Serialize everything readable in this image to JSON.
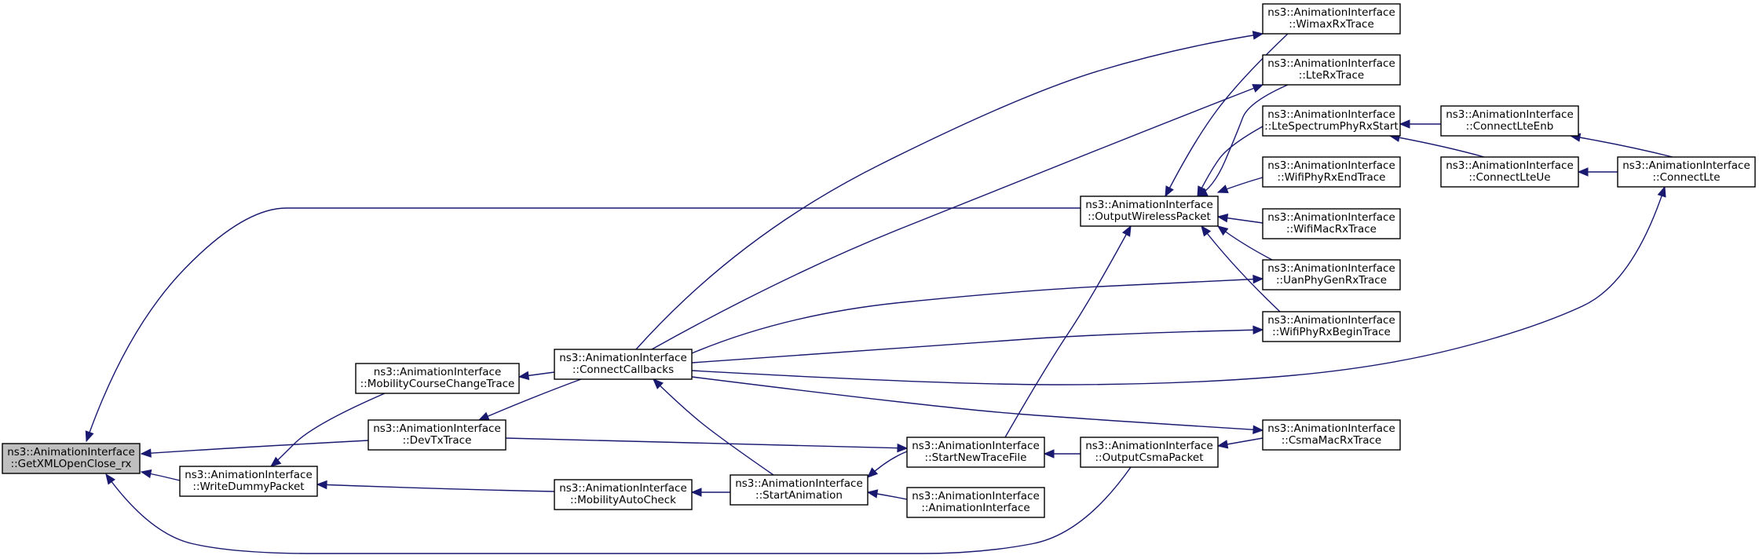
{
  "graph": {
    "nodes": [
      {
        "id": "root",
        "lines": [
          "ns3::AnimationInterface",
          "::GetXMLOpenClose_rx"
        ],
        "root": true
      },
      {
        "id": "mobility_course",
        "lines": [
          "ns3::AnimationInterface",
          "::MobilityCourseChangeTrace"
        ]
      },
      {
        "id": "devtx",
        "lines": [
          "ns3::AnimationInterface",
          "::DevTxTrace"
        ]
      },
      {
        "id": "write_dummy",
        "lines": [
          "ns3::AnimationInterface",
          "::WriteDummyPacket"
        ]
      },
      {
        "id": "connect_callbacks",
        "lines": [
          "ns3::AnimationInterface",
          "::ConnectCallbacks"
        ]
      },
      {
        "id": "mobility_auto",
        "lines": [
          "ns3::AnimationInterface",
          "::MobilityAutoCheck"
        ]
      },
      {
        "id": "start_animation",
        "lines": [
          "ns3::AnimationInterface",
          "::StartAnimation"
        ]
      },
      {
        "id": "start_new_trace",
        "lines": [
          "ns3::AnimationInterface",
          "::StartNewTraceFile"
        ]
      },
      {
        "id": "anim_ctor",
        "lines": [
          "ns3::AnimationInterface",
          "::AnimationInterface"
        ]
      },
      {
        "id": "output_wireless",
        "lines": [
          "ns3::AnimationInterface",
          "::OutputWirelessPacket"
        ]
      },
      {
        "id": "output_csma",
        "lines": [
          "ns3::AnimationInterface",
          "::OutputCsmaPacket"
        ]
      },
      {
        "id": "wimax_rx",
        "lines": [
          "ns3::AnimationInterface",
          "::WimaxRxTrace"
        ]
      },
      {
        "id": "lte_rx",
        "lines": [
          "ns3::AnimationInterface",
          "::LteRxTrace"
        ]
      },
      {
        "id": "lte_spectrum",
        "lines": [
          "ns3::AnimationInterface",
          "::LteSpectrumPhyRxStart"
        ]
      },
      {
        "id": "wifi_phy_end",
        "lines": [
          "ns3::AnimationInterface",
          "::WifiPhyRxEndTrace"
        ]
      },
      {
        "id": "wifi_mac_rx",
        "lines": [
          "ns3::AnimationInterface",
          "::WifiMacRxTrace"
        ]
      },
      {
        "id": "uan_phy",
        "lines": [
          "ns3::AnimationInterface",
          "::UanPhyGenRxTrace"
        ]
      },
      {
        "id": "wifi_phy_begin",
        "lines": [
          "ns3::AnimationInterface",
          "::WifiPhyRxBeginTrace"
        ]
      },
      {
        "id": "csma_mac_rx",
        "lines": [
          "ns3::AnimationInterface",
          "::CsmaMacRxTrace"
        ]
      },
      {
        "id": "connect_lte_enb",
        "lines": [
          "ns3::AnimationInterface",
          "::ConnectLteEnb"
        ]
      },
      {
        "id": "connect_lte_ue",
        "lines": [
          "ns3::AnimationInterface",
          "::ConnectLteUe"
        ]
      },
      {
        "id": "connect_lte",
        "lines": [
          "ns3::AnimationInterface",
          "::ConnectLte"
        ]
      }
    ],
    "edges": [
      {
        "from": "mobility_course",
        "to": "root"
      },
      {
        "from": "devtx",
        "to": "root"
      },
      {
        "from": "write_dummy",
        "to": "root"
      },
      {
        "from": "output_wireless",
        "to": "root"
      },
      {
        "from": "output_csma",
        "to": "root"
      },
      {
        "from": "connect_callbacks",
        "to": "mobility_course"
      },
      {
        "from": "connect_callbacks",
        "to": "devtx"
      },
      {
        "from": "start_animation",
        "to": "connect_callbacks"
      },
      {
        "from": "mobility_auto",
        "to": "write_dummy"
      },
      {
        "from": "start_animation",
        "to": "mobility_auto"
      },
      {
        "from": "start_new_trace",
        "to": "start_animation"
      },
      {
        "from": "anim_ctor",
        "to": "start_animation"
      },
      {
        "from": "devtx",
        "to": "start_new_trace"
      },
      {
        "from": "output_csma",
        "to": "start_new_trace"
      },
      {
        "from": "csma_mac_rx",
        "to": "output_csma"
      },
      {
        "from": "start_new_trace",
        "to": "output_wireless"
      },
      {
        "from": "wimax_rx",
        "to": "output_wireless"
      },
      {
        "from": "lte_rx",
        "to": "output_wireless"
      },
      {
        "from": "lte_spectrum",
        "to": "output_wireless"
      },
      {
        "from": "wifi_phy_end",
        "to": "output_wireless"
      },
      {
        "from": "wifi_mac_rx",
        "to": "output_wireless"
      },
      {
        "from": "uan_phy",
        "to": "output_wireless"
      },
      {
        "from": "wifi_phy_begin",
        "to": "output_wireless"
      },
      {
        "from": "connect_callbacks",
        "to": "wimax_rx"
      },
      {
        "from": "connect_callbacks",
        "to": "lte_rx"
      },
      {
        "from": "connect_callbacks",
        "to": "uan_phy"
      },
      {
        "from": "connect_callbacks",
        "to": "wifi_phy_begin"
      },
      {
        "from": "connect_callbacks",
        "to": "csma_mac_rx"
      },
      {
        "from": "connect_callbacks",
        "to": "connect_lte"
      },
      {
        "from": "connect_lte_enb",
        "to": "lte_spectrum"
      },
      {
        "from": "connect_lte_ue",
        "to": "lte_spectrum"
      },
      {
        "from": "connect_lte",
        "to": "connect_lte_enb"
      },
      {
        "from": "connect_lte",
        "to": "connect_lte_ue"
      }
    ],
    "colors": {
      "edge": "#191970",
      "root_fill": "#bfbfbf",
      "node_fill": "#ffffff",
      "border": "#000000"
    }
  }
}
